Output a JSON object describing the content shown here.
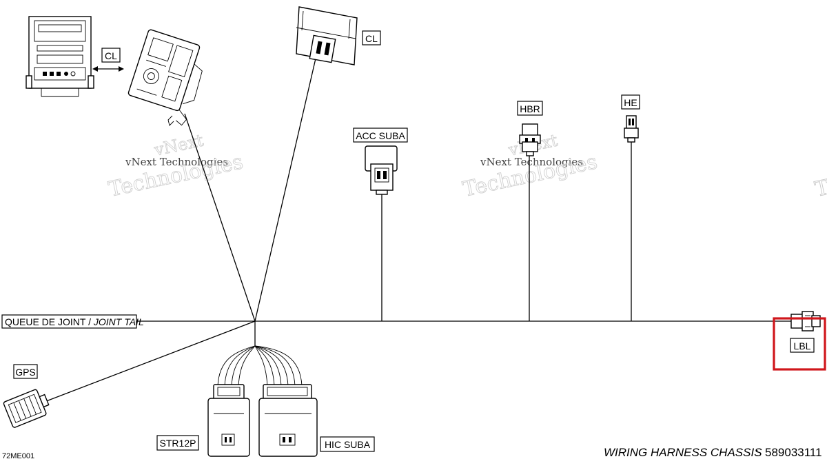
{
  "labels": {
    "cl_left": "CL",
    "cl_top": "CL",
    "acc_suba": "ACC  SUBA",
    "hbr": "HBR",
    "he": "HE",
    "joint_tail_fr": "QUEUE DE JOINT / ",
    "joint_tail_en": "JOINT TAIL",
    "gps": "GPS",
    "str12p": "STR12P",
    "hic_suba": "HIC  SUBA",
    "lbl": "LBL"
  },
  "watermark": {
    "line1": "vNext Technologies",
    "line2": "vNext",
    "line3": "Technologies"
  },
  "footer": {
    "title": "WIRING HARNESS  CHASSIS",
    "separator": ":",
    "part_number": "589033111",
    "figure_code": "72ME001"
  },
  "highlight_color": "#d0161b"
}
